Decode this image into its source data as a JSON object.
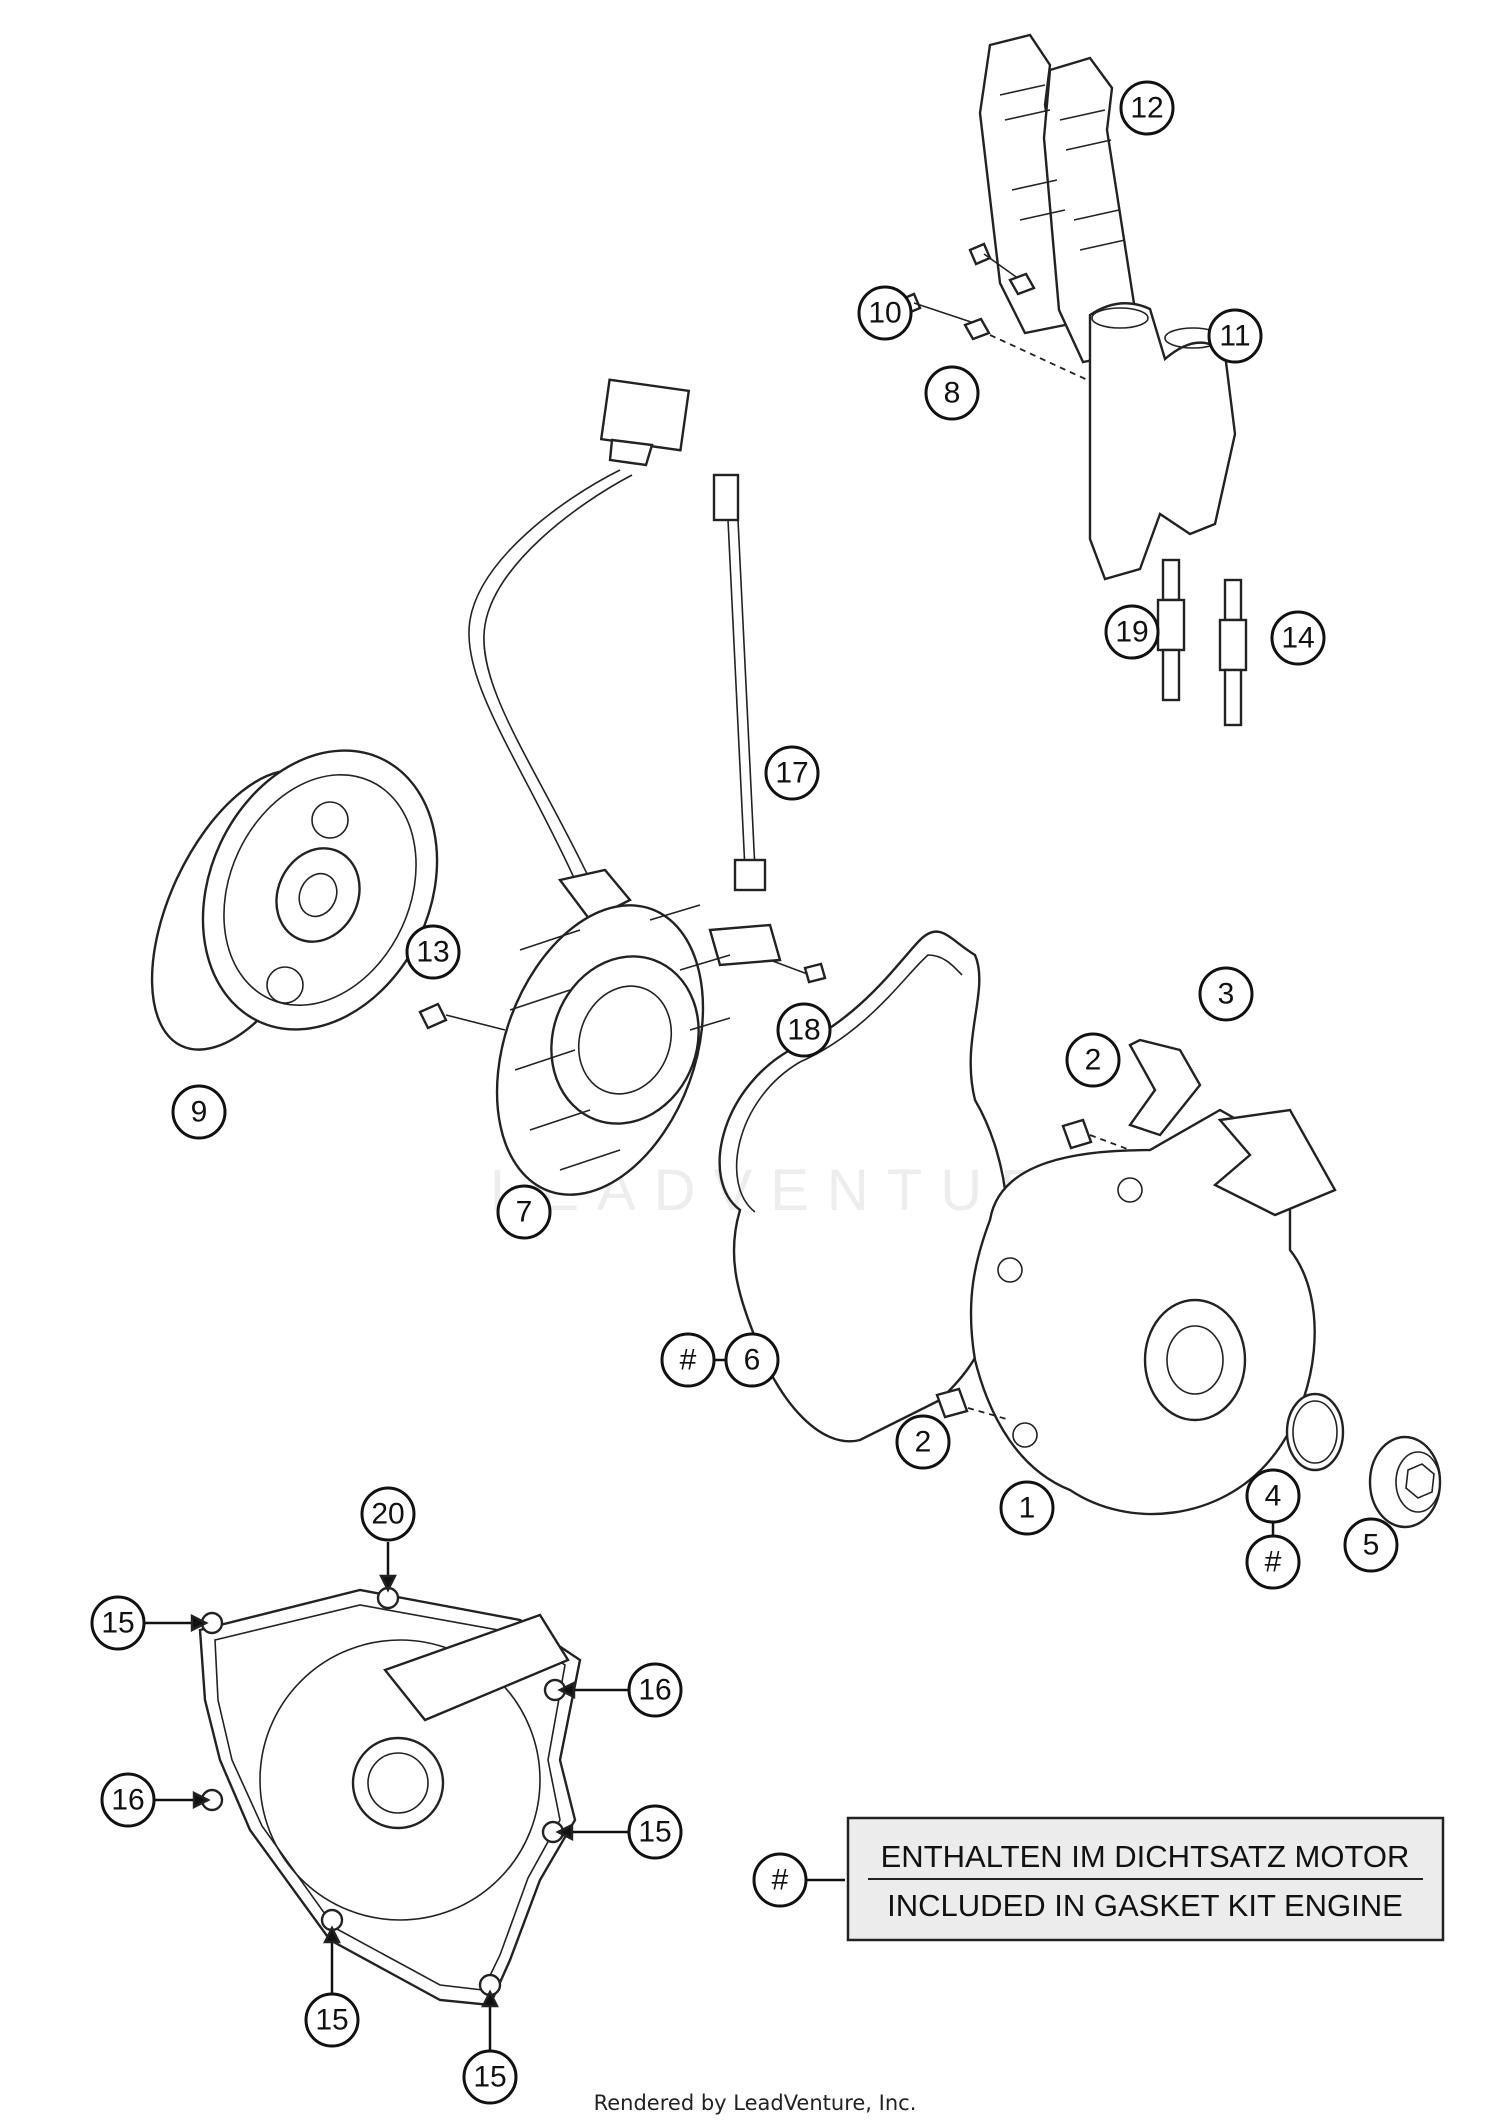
{
  "callouts": [
    {
      "id": "c1",
      "label": "1"
    },
    {
      "id": "c2a",
      "label": "2"
    },
    {
      "id": "c2b",
      "label": "2"
    },
    {
      "id": "c3",
      "label": "3"
    },
    {
      "id": "c4",
      "label": "4"
    },
    {
      "id": "c4h",
      "label": "#"
    },
    {
      "id": "c5",
      "label": "5"
    },
    {
      "id": "c6",
      "label": "6"
    },
    {
      "id": "c6h",
      "label": "#"
    },
    {
      "id": "c7",
      "label": "7"
    },
    {
      "id": "c8",
      "label": "8"
    },
    {
      "id": "c9",
      "label": "9"
    },
    {
      "id": "c10",
      "label": "10"
    },
    {
      "id": "c11",
      "label": "11"
    },
    {
      "id": "c12",
      "label": "12"
    },
    {
      "id": "c13",
      "label": "13"
    },
    {
      "id": "c14",
      "label": "14"
    },
    {
      "id": "c15a",
      "label": "15"
    },
    {
      "id": "c15b",
      "label": "15"
    },
    {
      "id": "c15c",
      "label": "15"
    },
    {
      "id": "c15d",
      "label": "15"
    },
    {
      "id": "c16a",
      "label": "16"
    },
    {
      "id": "c16b",
      "label": "16"
    },
    {
      "id": "c17",
      "label": "17"
    },
    {
      "id": "c18",
      "label": "18"
    },
    {
      "id": "c19",
      "label": "19"
    },
    {
      "id": "c20",
      "label": "20"
    },
    {
      "id": "clg",
      "label": "#"
    }
  ],
  "legend": {
    "symbol": "#",
    "line1": "ENTHALTEN IM DICHTSATZ MOTOR",
    "line2": "INCLUDED IN GASKET KIT ENGINE"
  },
  "watermark": "LEADVENTURE",
  "footer": "Rendered by LeadVenture, Inc."
}
